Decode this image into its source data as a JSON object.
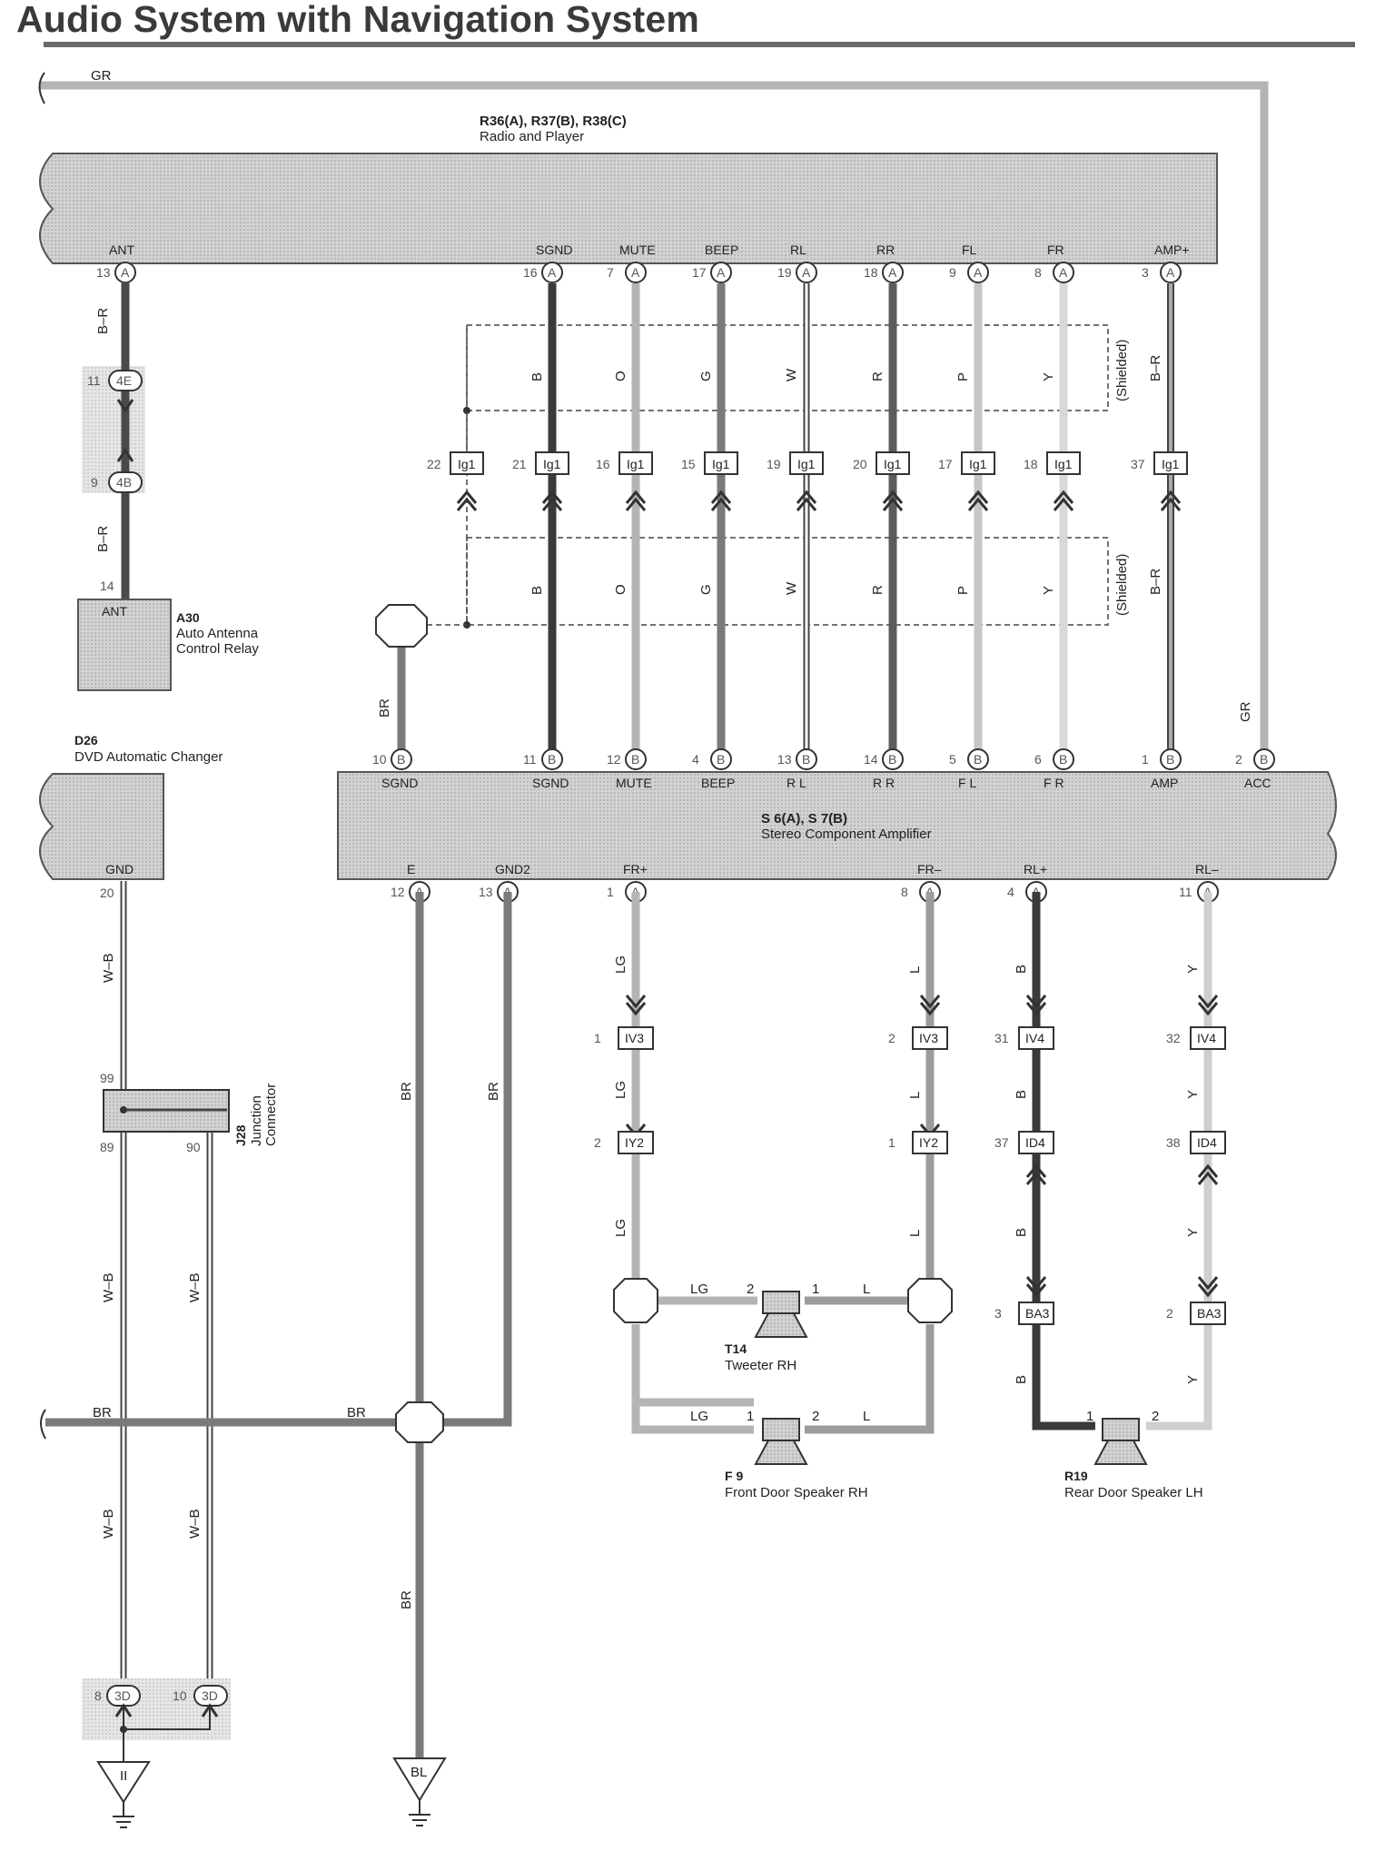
{
  "title": "Audio System with Navigation System",
  "colors": {
    "frame": "#9a9a9a",
    "body": "#c8c8c8",
    "wire_dark": "#3a3a3a",
    "wire_mid": "#7a7a7a",
    "wire_light": "#b4b4b4",
    "wire_lighter": "#cfcfcf",
    "shade": "#d6d6d6"
  },
  "radio": {
    "code": "R36(A), R37(B), R38(C)",
    "name": "Radio and Player",
    "terminals": [
      {
        "label": "ANT",
        "pin": "13",
        "conn": "A"
      },
      {
        "label": "SGND",
        "pin": "16",
        "conn": "A"
      },
      {
        "label": "MUTE",
        "pin": "7",
        "conn": "A"
      },
      {
        "label": "BEEP",
        "pin": "17",
        "conn": "A"
      },
      {
        "label": "RL",
        "pin": "19",
        "conn": "A"
      },
      {
        "label": "RR",
        "pin": "18",
        "conn": "A"
      },
      {
        "label": "FL",
        "pin": "9",
        "conn": "A"
      },
      {
        "label": "FR",
        "pin": "8",
        "conn": "A"
      },
      {
        "label": "AMP+",
        "pin": "3",
        "conn": "A"
      }
    ]
  },
  "top_wire": {
    "color": "GR"
  },
  "antenna": {
    "wire_upper": "B–R",
    "wire_lower": "B–R",
    "j1_pin": "11",
    "j1_conn": "4E",
    "j2_pin": "9",
    "j2_conn": "4B",
    "relay_pin": "14",
    "relay_term": "ANT",
    "relay_code": "A30",
    "relay_name_1": "Auto Antenna",
    "relay_name_2": "Control Relay"
  },
  "ig_row": {
    "code": "Ig1",
    "pins_left": [
      "22",
      "21",
      "16",
      "15",
      "19",
      "20",
      "17",
      "18",
      "37"
    ]
  },
  "wires_upper": [
    "B",
    "O",
    "G",
    "W",
    "R",
    "P",
    "Y",
    "B–R"
  ],
  "wires_lower": [
    "B",
    "O",
    "G",
    "W",
    "R",
    "P",
    "Y",
    "B–R"
  ],
  "shielded": "(Shielded)",
  "sgnd_wire": "BR",
  "gr_wire": "GR",
  "amp": {
    "code": "S 6(A), S 7(B)",
    "name": "Stereo Component Amplifier",
    "top_terms": [
      {
        "label": "SGND",
        "pin": "10",
        "conn": "B"
      },
      {
        "label": "SGND",
        "pin": "11",
        "conn": "B"
      },
      {
        "label": "MUTE",
        "pin": "12",
        "conn": "B"
      },
      {
        "label": "BEEP",
        "pin": "4",
        "conn": "B"
      },
      {
        "label": "R L",
        "pin": "13",
        "conn": "B"
      },
      {
        "label": "R R",
        "pin": "14",
        "conn": "B"
      },
      {
        "label": "F L",
        "pin": "5",
        "conn": "B"
      },
      {
        "label": "F R",
        "pin": "6",
        "conn": "B"
      },
      {
        "label": "AMP",
        "pin": "1",
        "conn": "B"
      },
      {
        "label": "ACC",
        "pin": "2",
        "conn": "B"
      }
    ],
    "bottom_terms": [
      {
        "label": "E",
        "pin": "12",
        "conn": "A"
      },
      {
        "label": "GND2",
        "pin": "13",
        "conn": "A"
      },
      {
        "label": "FR+",
        "pin": "1",
        "conn": "A"
      },
      {
        "label": "FR–",
        "pin": "8",
        "conn": "A"
      },
      {
        "label": "RL+",
        "pin": "4",
        "conn": "A"
      },
      {
        "label": "RL–",
        "pin": "11",
        "conn": "A"
      }
    ]
  },
  "dvd": {
    "code": "D26",
    "name": "DVD Automatic Changer",
    "term": "GND",
    "pin": "20"
  },
  "junction": {
    "code": "J28",
    "name_1": "Junction",
    "name_2": "Connector",
    "pin_in": "99",
    "pin_out1": "89",
    "pin_out2": "90"
  },
  "wb": "W–B",
  "br": "BR",
  "ground_left": {
    "j_pin1": "8",
    "j_conn1": "3D",
    "j_pin2": "10",
    "j_conn2": "3D",
    "label": "II"
  },
  "ground_mid": {
    "label": "BL"
  },
  "speaker_wires": {
    "lg": "LG",
    "l": "L",
    "b": "B",
    "y": "Y"
  },
  "iv_row": [
    {
      "pin": "1",
      "code": "IV3"
    },
    {
      "pin": "2",
      "code": "IV3"
    },
    {
      "pin": "31",
      "code": "IV4"
    },
    {
      "pin": "32",
      "code": "IV4"
    }
  ],
  "i2_row": [
    {
      "pin": "2",
      "code": "IY2"
    },
    {
      "pin": "1",
      "code": "IY2"
    },
    {
      "pin": "37",
      "code": "ID4"
    },
    {
      "pin": "38",
      "code": "ID4"
    }
  ],
  "ba_row": [
    {
      "pin": "3",
      "code": "BA3"
    },
    {
      "pin": "2",
      "code": "BA3"
    }
  ],
  "tweeter": {
    "code": "T14",
    "name": "Tweeter RH",
    "pin1": "2",
    "pin2": "1"
  },
  "front_spk": {
    "code": "F 9",
    "name": "Front Door Speaker RH",
    "pin1": "1",
    "pin2": "2"
  },
  "rear_spk": {
    "code": "R19",
    "name": "Rear Door Speaker LH",
    "pin1": "1",
    "pin2": "2"
  }
}
